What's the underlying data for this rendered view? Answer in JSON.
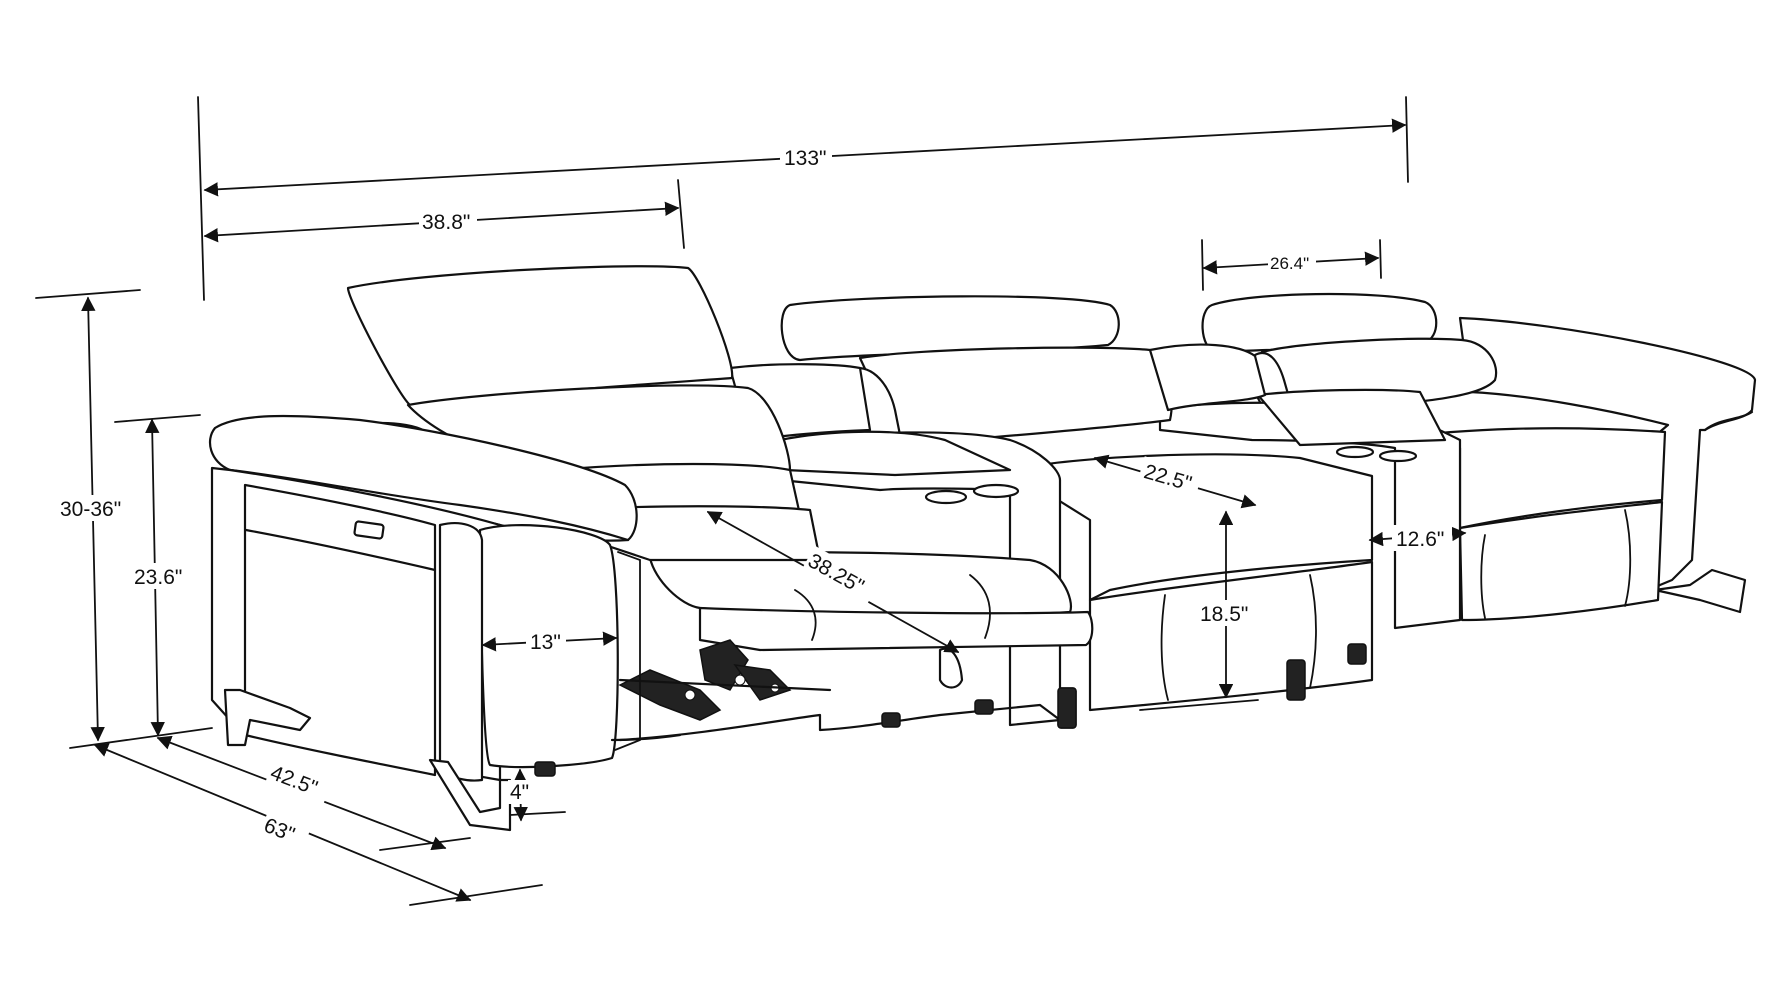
{
  "diagram": {
    "dimensions": {
      "total_width": "133\"",
      "section_width": "38.8\"",
      "headrest_width": "26.4\"",
      "height_range": "30-36\"",
      "back_height": "23.6\"",
      "arm_width": "13\"",
      "extended_depth_inner": "42.5\"",
      "extended_depth": "63\"",
      "leg_height": "4\"",
      "recliner_diagonal": "38.25\"",
      "seat_depth": "22.5\"",
      "seat_height": "18.5\"",
      "console_width": "12.6\""
    },
    "colors": {
      "line": "#111111",
      "background": "#ffffff"
    }
  }
}
